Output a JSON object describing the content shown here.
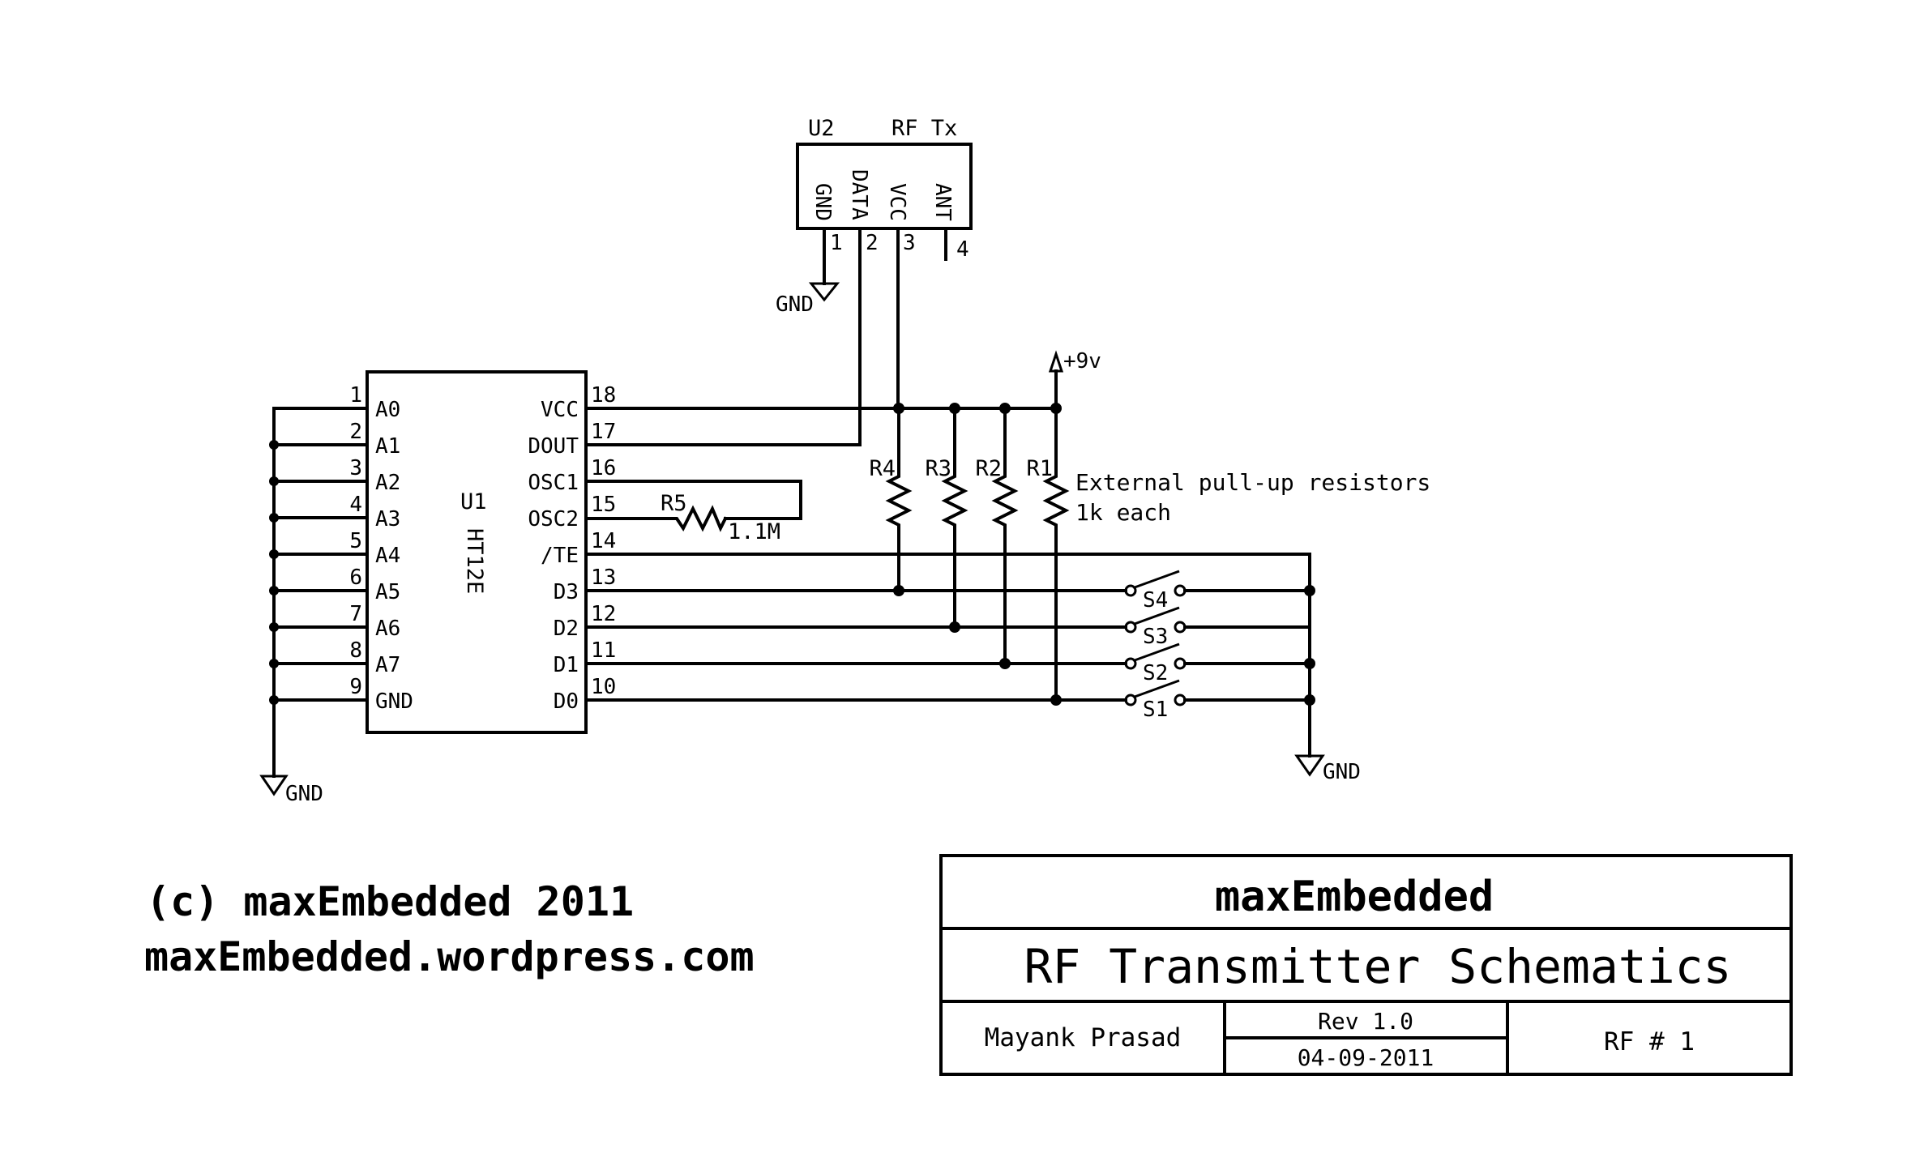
{
  "diagram": {
    "u2": {
      "ref": "U2",
      "name": "RF Tx",
      "pins": [
        {
          "label": "GND",
          "num": "1"
        },
        {
          "label": "DATA",
          "num": "2"
        },
        {
          "label": "VCC",
          "num": "3"
        },
        {
          "label": "ANT",
          "num": "4"
        }
      ]
    },
    "u1": {
      "ref": "U1",
      "part": "HT12E",
      "left_pins": [
        {
          "label": "A0",
          "num": "1"
        },
        {
          "label": "A1",
          "num": "2"
        },
        {
          "label": "A2",
          "num": "3"
        },
        {
          "label": "A3",
          "num": "4"
        },
        {
          "label": "A4",
          "num": "5"
        },
        {
          "label": "A5",
          "num": "6"
        },
        {
          "label": "A6",
          "num": "7"
        },
        {
          "label": "A7",
          "num": "8"
        },
        {
          "label": "GND",
          "num": "9"
        }
      ],
      "right_pins": [
        {
          "label": "VCC",
          "num": "18"
        },
        {
          "label": "DOUT",
          "num": "17"
        },
        {
          "label": "OSC1",
          "num": "16"
        },
        {
          "label": "OSC2",
          "num": "15"
        },
        {
          "label": "/TE",
          "num": "14"
        },
        {
          "label": "D3",
          "num": "13"
        },
        {
          "label": "D2",
          "num": "12"
        },
        {
          "label": "D1",
          "num": "11"
        },
        {
          "label": "D0",
          "num": "10"
        }
      ]
    },
    "r5": {
      "ref": "R5",
      "value": "1.1M"
    },
    "pullups": {
      "refs": [
        "R4",
        "R3",
        "R2",
        "R1"
      ],
      "note_line1": "External pull-up resistors",
      "note_line2": "1k each"
    },
    "switches": [
      "S4",
      "S3",
      "S2",
      "S1"
    ],
    "power": {
      "supply": "+9v",
      "ground": "GND"
    }
  },
  "footer": {
    "copyright": "(c) maxEmbedded 2011",
    "website": "maxEmbedded.wordpress.com"
  },
  "title_block": {
    "company": "maxEmbedded",
    "title": "RF Transmitter Schematics",
    "author": "Mayank Prasad",
    "revision": "Rev 1.0",
    "date": "04-09-2011",
    "sheet": "RF # 1"
  }
}
